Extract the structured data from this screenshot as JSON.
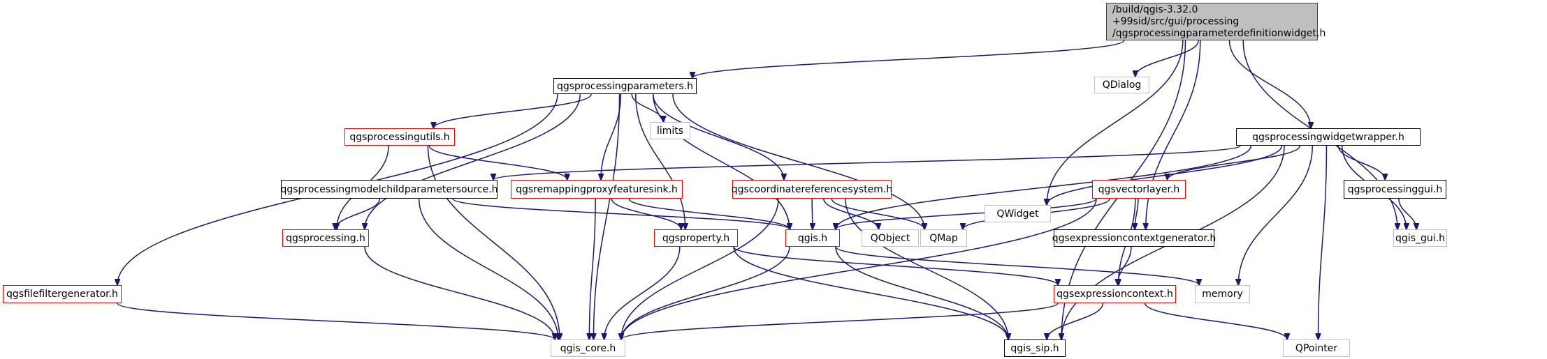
{
  "diagram": {
    "type": "include-dependency-graph",
    "main_node": {
      "id": "main",
      "lines": [
        "/build/qgis-3.32.0",
        "+99sid/src/gui/processing",
        "/qgsprocessingparameterdefinitionwidget.h"
      ]
    },
    "colors": {
      "edge": "#191970",
      "documented_border": "#000000",
      "truncated_border": "#ff0000",
      "external_border": "#bfbfbf",
      "main_fill": "#bfbfbf"
    },
    "nodes": [
      {
        "id": "params",
        "label": "qgsprocessingparameters.h",
        "style": "black"
      },
      {
        "id": "qdialog",
        "label": "QDialog",
        "style": "gray"
      },
      {
        "id": "limits",
        "label": "limits",
        "style": "gray"
      },
      {
        "id": "utils",
        "label": "qgsprocessingutils.h",
        "style": "red"
      },
      {
        "id": "wrapper",
        "label": "qgsprocessingwidgetwrapper.h",
        "style": "black"
      },
      {
        "id": "modelchild",
        "label": "qgsprocessingmodelchildparametersource.h",
        "style": "black"
      },
      {
        "id": "remap",
        "label": "qgsremappingproxyfeaturesink.h",
        "style": "red"
      },
      {
        "id": "crs",
        "label": "qgscoordinatereferencesystem.h",
        "style": "red"
      },
      {
        "id": "qwidget",
        "label": "QWidget",
        "style": "gray"
      },
      {
        "id": "vlayer",
        "label": "qgsvectorlayer.h",
        "style": "red"
      },
      {
        "id": "pgui",
        "label": "qgsprocessinggui.h",
        "style": "black"
      },
      {
        "id": "processing",
        "label": "qgsprocessing.h",
        "style": "red"
      },
      {
        "id": "property",
        "label": "qgsproperty.h",
        "style": "red"
      },
      {
        "id": "qgis",
        "label": "qgis.h",
        "style": "red"
      },
      {
        "id": "qobject",
        "label": "QObject",
        "style": "gray"
      },
      {
        "id": "qmap",
        "label": "QMap",
        "style": "gray"
      },
      {
        "id": "exprgen",
        "label": "qgsexpressioncontextgenerator.h",
        "style": "black"
      },
      {
        "id": "qgisgui",
        "label": "qgis_gui.h",
        "style": "gray"
      },
      {
        "id": "filefilter",
        "label": "qgsfilefiltergenerator.h",
        "style": "red"
      },
      {
        "id": "exprctx",
        "label": "qgsexpressioncontext.h",
        "style": "red"
      },
      {
        "id": "memory",
        "label": "memory",
        "style": "gray"
      },
      {
        "id": "qgiscore",
        "label": "qgis_core.h",
        "style": "gray"
      },
      {
        "id": "qgissip",
        "label": "qgis_sip.h",
        "style": "black"
      },
      {
        "id": "qpointer",
        "label": "QPointer",
        "style": "gray"
      }
    ],
    "edges": [
      [
        "main",
        "params"
      ],
      [
        "main",
        "qdialog"
      ],
      [
        "main",
        "qwidget"
      ],
      [
        "main",
        "exprgen"
      ],
      [
        "main",
        "wrapper"
      ],
      [
        "main",
        "qgisgui"
      ],
      [
        "main",
        "qgissip"
      ],
      [
        "params",
        "limits"
      ],
      [
        "params",
        "utils"
      ],
      [
        "params",
        "remap"
      ],
      [
        "params",
        "crs"
      ],
      [
        "params",
        "processing"
      ],
      [
        "params",
        "property"
      ],
      [
        "params",
        "qgis"
      ],
      [
        "params",
        "qmap"
      ],
      [
        "params",
        "filefilter"
      ],
      [
        "params",
        "qgiscore"
      ],
      [
        "utils",
        "processing"
      ],
      [
        "utils",
        "remap"
      ],
      [
        "utils",
        "qgiscore"
      ],
      [
        "modelchild",
        "processing"
      ],
      [
        "modelchild",
        "qgis"
      ],
      [
        "modelchild",
        "qgiscore"
      ],
      [
        "remap",
        "property"
      ],
      [
        "remap",
        "qgis"
      ],
      [
        "remap",
        "qgiscore"
      ],
      [
        "crs",
        "qgis"
      ],
      [
        "crs",
        "qobject"
      ],
      [
        "crs",
        "qmap"
      ],
      [
        "crs",
        "qgiscore"
      ],
      [
        "crs",
        "qgissip"
      ],
      [
        "wrapper",
        "modelchild"
      ],
      [
        "wrapper",
        "qwidget"
      ],
      [
        "wrapper",
        "vlayer"
      ],
      [
        "wrapper",
        "pgui"
      ],
      [
        "wrapper",
        "qgisgui"
      ],
      [
        "wrapper",
        "memory"
      ],
      [
        "wrapper",
        "qgissip"
      ],
      [
        "wrapper",
        "qpointer"
      ],
      [
        "wrapper",
        "qgis"
      ],
      [
        "vlayer",
        "qgis"
      ],
      [
        "vlayer",
        "qmap"
      ],
      [
        "vlayer",
        "exprgen"
      ],
      [
        "vlayer",
        "exprctx"
      ],
      [
        "vlayer",
        "qgiscore"
      ],
      [
        "pgui",
        "qgisgui"
      ],
      [
        "processing",
        "qgiscore"
      ],
      [
        "property",
        "qgiscore"
      ],
      [
        "property",
        "exprctx"
      ],
      [
        "property",
        "qgissip"
      ],
      [
        "qgis",
        "qgiscore"
      ],
      [
        "qgis",
        "qgissip"
      ],
      [
        "qgis",
        "memory"
      ],
      [
        "exprgen",
        "exprctx"
      ],
      [
        "exprctx",
        "qgiscore"
      ],
      [
        "exprctx",
        "qgissip"
      ],
      [
        "exprctx",
        "qpointer"
      ],
      [
        "filefilter",
        "qgiscore"
      ]
    ]
  }
}
